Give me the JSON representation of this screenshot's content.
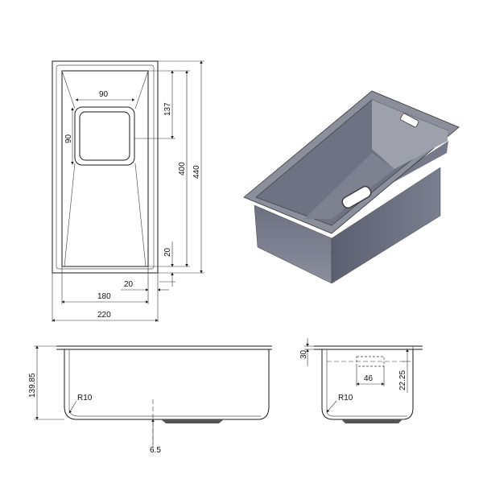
{
  "top_view": {
    "hole_width": "90",
    "hole_height": "90",
    "dim_137": "137",
    "dim_400": "400",
    "dim_440": "440",
    "dim_20_right": "20",
    "dim_20_bottom": "20",
    "dim_180": "180",
    "dim_220": "220"
  },
  "side_view": {
    "height": "139.85",
    "radius": "R10",
    "drop": "6.5"
  },
  "end_view": {
    "flange": "30",
    "slot_width": "46",
    "slot_height": "22.25",
    "radius": "R10"
  }
}
